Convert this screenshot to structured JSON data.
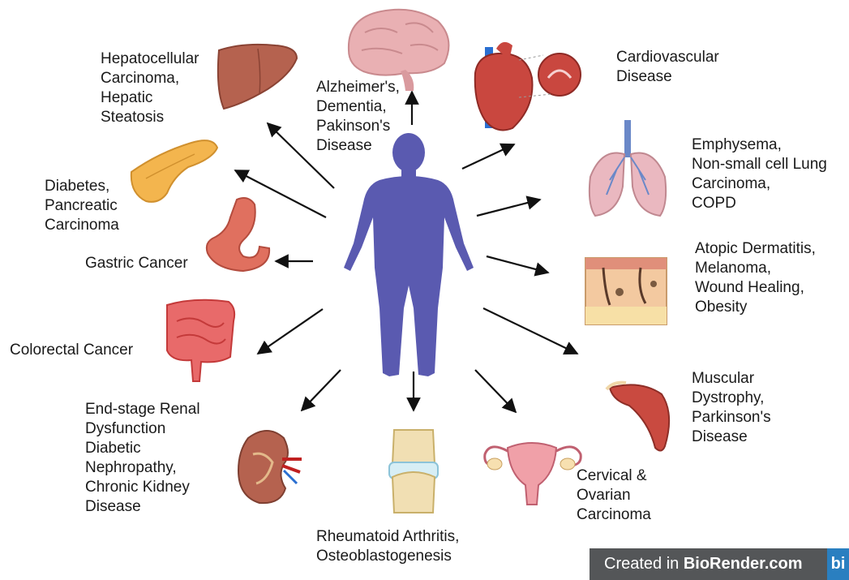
{
  "labels": {
    "liver": "Hepatocellular\nCarcinoma,\nHepatic\nSteatosis",
    "brain": "Alzheimer's,\nDementia,\nPakinson's\nDisease",
    "heart": "Cardiovascular\nDisease",
    "pancreas": "Diabetes,\nPancreatic\nCarcinoma",
    "lung": "Emphysema,\nNon-small cell Lung\nCarcinoma,\nCOPD",
    "stomach": "Gastric Cancer",
    "skin": "Atopic Dermatitis,\nMelanoma,\nWound Healing,\nObesity",
    "colon": "Colorectal Cancer",
    "muscle": "Muscular\nDystrophy,\nParkinson's\nDisease",
    "kidney": "End-stage Renal\nDysfunction\nDiabetic\nNephropathy,\nChronic Kidney\nDisease",
    "joint": "Rheumatoid Arthritis,\nOsteoblastogenesis",
    "uterus": "Cervical &\nOvarian\nCarcinoma"
  },
  "badge": {
    "prefix": "Created in ",
    "brand": "BioRender.com",
    "logo": "bi"
  },
  "icons": [
    "human-body-icon",
    "brain-icon",
    "heart-icon",
    "liver-icon",
    "pancreas-icon",
    "lungs-icon",
    "stomach-icon",
    "skin-icon",
    "colon-icon",
    "muscle-icon",
    "kidney-icon",
    "joint-icon",
    "uterus-icon"
  ],
  "colors": {
    "body": "#5a5ab0",
    "organ_red": "#c9473f",
    "arrow": "#111111"
  }
}
